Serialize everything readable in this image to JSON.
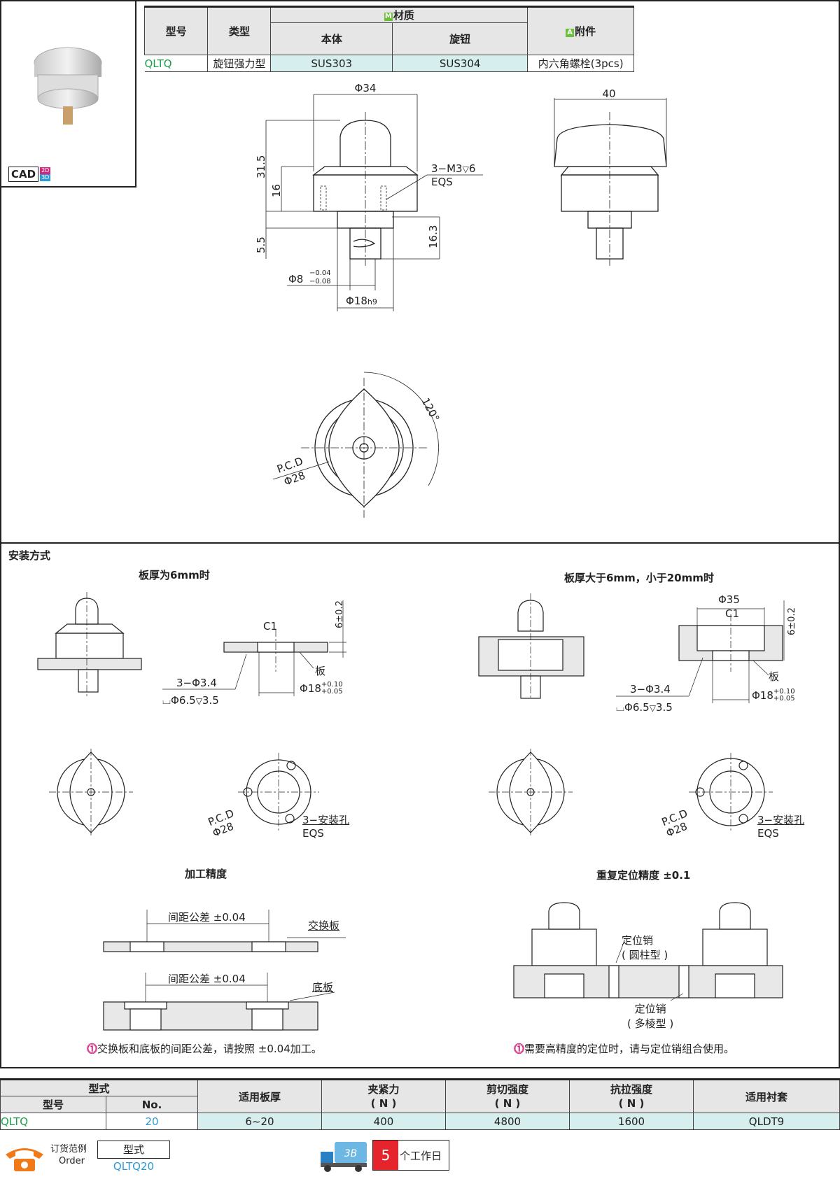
{
  "cad": {
    "label": "CAD",
    "badge_2d": "2D",
    "badge_3d": "3D"
  },
  "spec": {
    "h_model": "型号",
    "h_type": "类型",
    "h_material": "材质",
    "h_body": "本体",
    "h_knob": "旋钮",
    "h_accessory": "附件",
    "model": "QLTQ",
    "type": "旋钮强力型",
    "body": "SUS303",
    "knob": "SUS304",
    "accessory": "内六角螺栓(3pcs)",
    "tag_m": "M",
    "tag_a": "A"
  },
  "drawing": {
    "d34": "Φ34",
    "w40": "40",
    "h31_5": "31.5",
    "h16": "16",
    "h5_5": "5.5",
    "h16_3": "16.3",
    "m3": "3−M3",
    "m3_depth": "6",
    "eqs": "EQS",
    "phi8": "Φ8",
    "phi8_tol_up": "−0.04",
    "phi8_tol_dn": "−0.08",
    "phi18": "Φ18",
    "phi18_fit": "h9",
    "angle": "120°",
    "pcd": "P.C.D",
    "pcd_val": "Φ28"
  },
  "install": {
    "title": "安装方式",
    "left_title": "板厚为6mm时",
    "right_title": "板厚大于6mm，小于20mm时",
    "c1": "C1",
    "t6": "6±0.2",
    "plate": "板",
    "d34h": "3−Φ3.4",
    "cb": "Φ6.5",
    "cb_depth": "3.5",
    "phi18": "Φ18",
    "tol_up": "+0.10",
    "tol_dn": "+0.05",
    "phi35": "Φ35",
    "pcd": "P.C.D",
    "pcd_val": "Φ28",
    "holes": "3−安装孔",
    "eqs": "EQS"
  },
  "precision": {
    "title": "加工精度",
    "tol1": "间距公差 ±0.04",
    "swap": "交换板",
    "tol2": "间距公差 ±0.04",
    "base": "底板",
    "note": "交换板和底板的间距公差，请按照 ±0.04加工。"
  },
  "repeat": {
    "title": "重复定位精度 ±0.1",
    "pin1": "定位销",
    "pin1_type": "( 圆柱型 )",
    "pin2": "定位销",
    "pin2_type": "( 多棱型 )",
    "note": "需要高精度的定位时，请与定位销组合使用。"
  },
  "bottom": {
    "h_form": "型式",
    "h_model": "型号",
    "h_no": "No.",
    "h_thick": "适用板厚",
    "h_clamp": "夹紧力",
    "h_shear": "剪切强度",
    "h_tensile": "抗拉强度",
    "h_unit": "( N )",
    "h_bush": "适用衬套",
    "model": "QLTQ",
    "no": "20",
    "thick": "6~20",
    "clamp": "400",
    "shear": "4800",
    "tensile": "1600",
    "bush": "QLDT9"
  },
  "order": {
    "label": "订货范例",
    "label_en": "Order",
    "form_label": "型式",
    "form_val": "QLTQ20",
    "days": "5",
    "days_label": "个工作日"
  }
}
